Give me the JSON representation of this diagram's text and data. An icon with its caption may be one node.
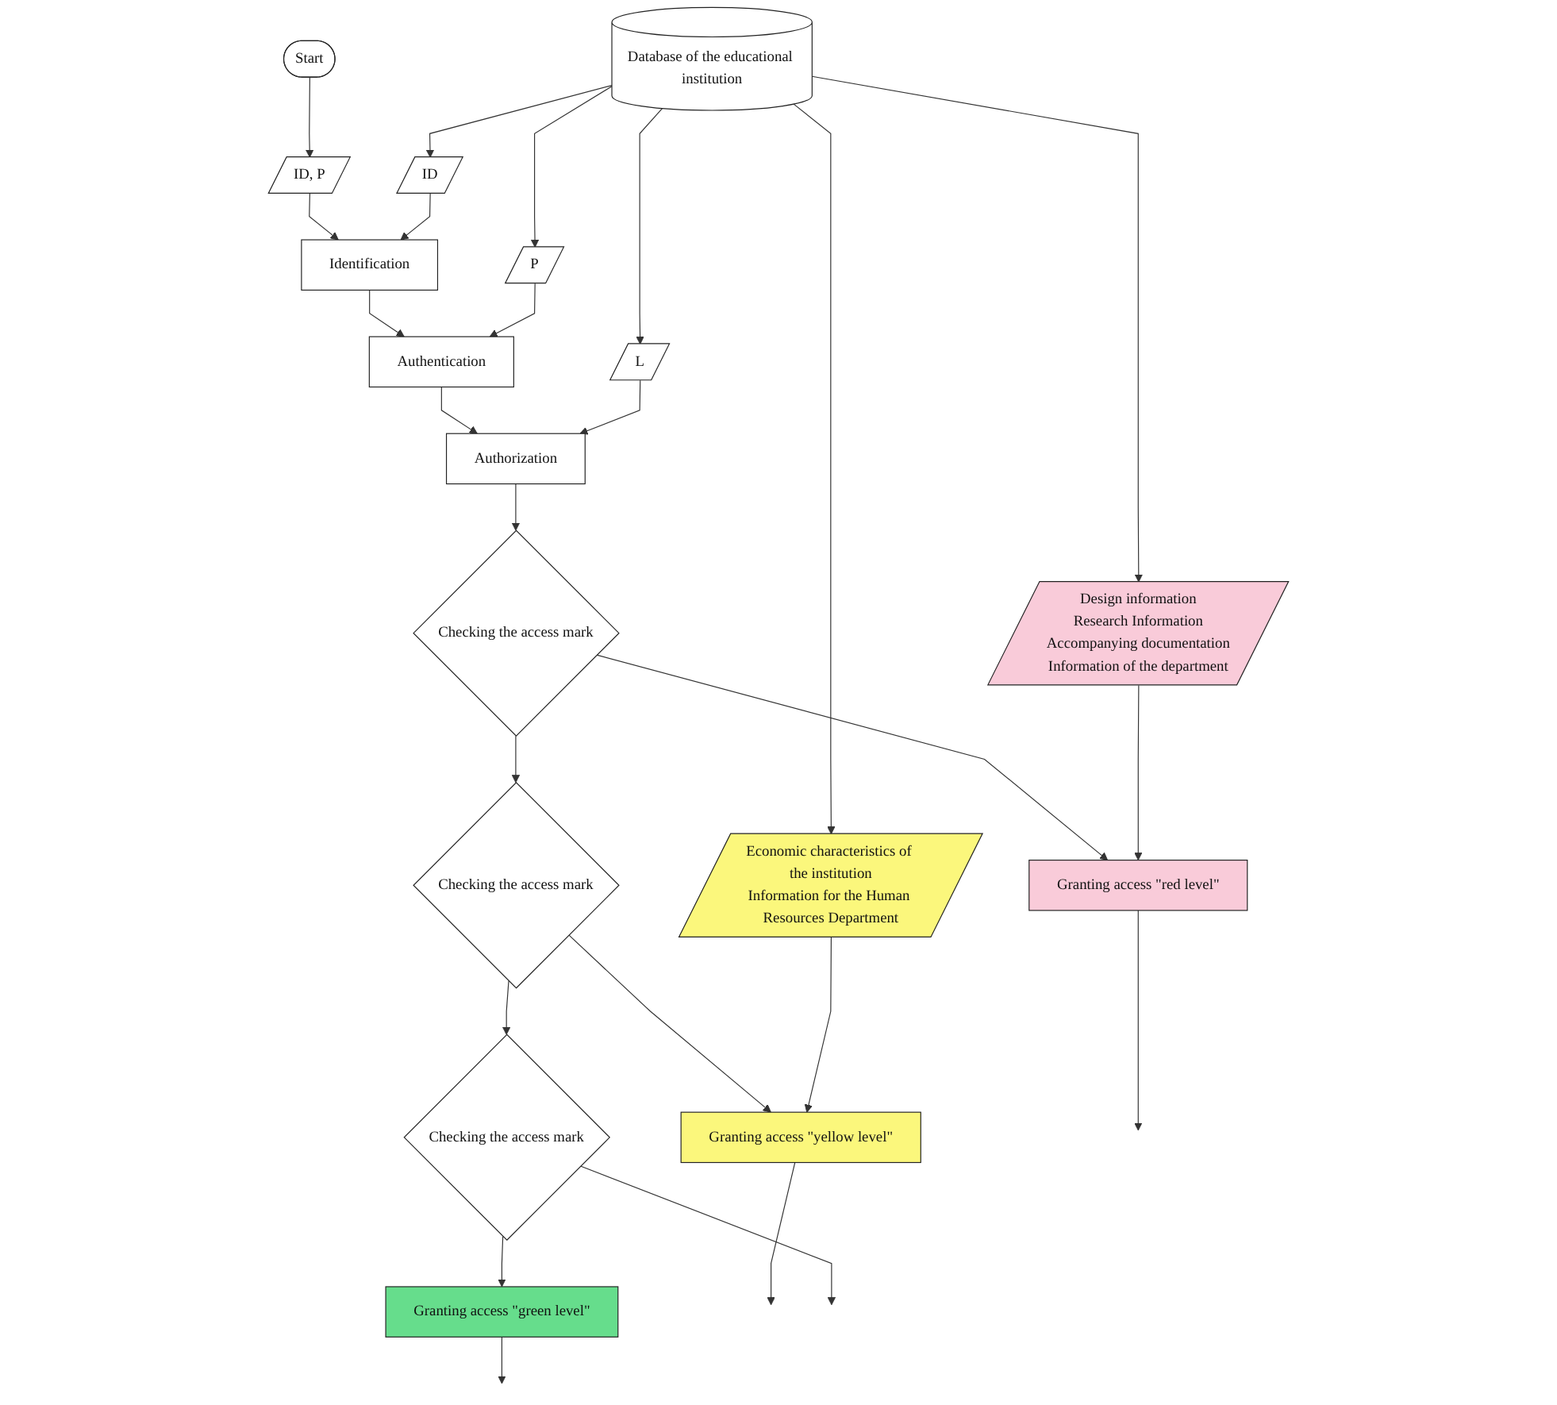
{
  "diagram": {
    "nodes": [
      {
        "text": [
          "Start"
        ]
      },
      {
        "text": [
          "ID, P"
        ]
      },
      {
        "text": [
          "Identification"
        ]
      },
      {
        "text": [
          "Authentication"
        ]
      },
      {
        "text": [
          "Authorization"
        ]
      },
      {
        "text": [
          "Database of the educational institution"
        ]
      },
      {
        "text": [
          "ID"
        ]
      },
      {
        "text": [
          "P"
        ]
      },
      {
        "text": [
          "L"
        ]
      },
      {
        "text": [
          "Checking the access mark"
        ]
      },
      {
        "text": [
          "Granting access \"red level\""
        ]
      },
      {
        "text": [
          "Design information",
          "Research Information",
          "Accompanying documentation",
          "Information of the department"
        ]
      },
      {
        "text": [
          "Checking the access mark"
        ]
      },
      {
        "text": [
          "Granting access \"yellow level\""
        ]
      },
      {
        "text": [
          "Economic characteristics of the institution",
          "Information for the Human Resources Department"
        ]
      },
      {
        "text": [
          "Checking the access mark"
        ]
      },
      {
        "text": [
          "Granting access \"green level\""
        ]
      }
    ],
    "edges": [
      {
        "from": 0,
        "to": 1,
        "arrow": "to"
      },
      {
        "from": 1,
        "to": 2,
        "arrow": "to"
      },
      {
        "from": 2,
        "to": 3,
        "arrow": "to"
      },
      {
        "from": 3,
        "to": 4,
        "arrow": "to"
      },
      {
        "from": 4,
        "to": 9,
        "arrow": "to"
      },
      {
        "from": 5,
        "to": 6,
        "arrow": "to"
      },
      {
        "from": 5,
        "to": 7,
        "arrow": "to"
      },
      {
        "from": 5,
        "to": 8,
        "arrow": "to"
      },
      {
        "from": 5,
        "to": 11,
        "arrow": "to"
      },
      {
        "from": 5,
        "to": 14,
        "arrow": "to"
      },
      {
        "from": 6,
        "to": 2,
        "arrow": "to"
      },
      {
        "from": 7,
        "to": 3,
        "arrow": "to"
      },
      {
        "from": 8,
        "to": 4,
        "arrow": "to"
      },
      {
        "from": 9,
        "to": 10,
        "arrow": "to"
      },
      {
        "from": 9,
        "to": 12,
        "arrow": "to"
      },
      {
        "from": 11,
        "to": 10,
        "arrow": "to"
      },
      {
        "from": 12,
        "to": 13,
        "arrow": "to"
      },
      {
        "from": 12,
        "to": 15,
        "arrow": "to"
      },
      {
        "from": 14,
        "to": 13,
        "arrow": "to"
      },
      {
        "from": 15,
        "to": 16,
        "arrow": "to"
      },
      {
        "from": 10,
        "to": null,
        "arrow": "to"
      },
      {
        "from": 13,
        "to": null,
        "arrow": "to"
      },
      {
        "from": 16,
        "to": null,
        "arrow": "to"
      },
      {
        "from": 15,
        "to": null,
        "arrow": "to"
      }
    ]
  }
}
